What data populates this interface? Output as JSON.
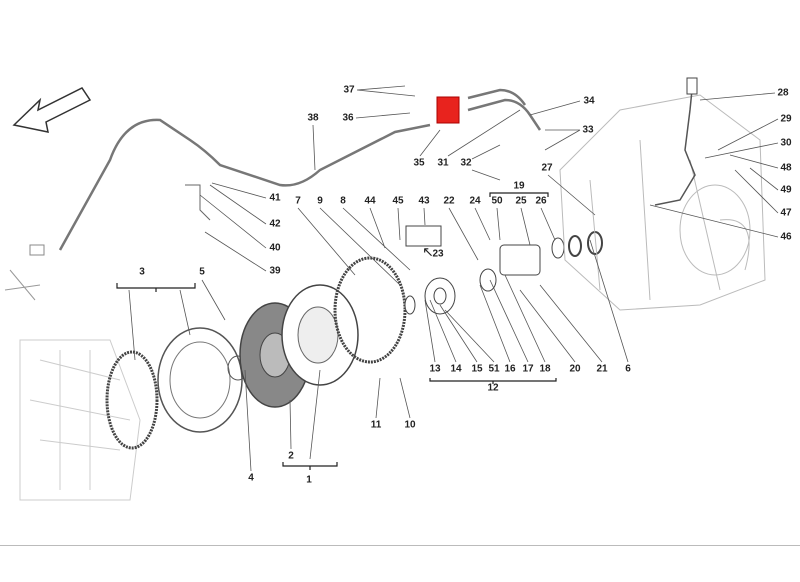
{
  "diagram": {
    "highlight_color": "#e8231e",
    "part_labels": [
      "37",
      "36",
      "38",
      "35",
      "31",
      "32",
      "34",
      "33",
      "28",
      "29",
      "30",
      "48",
      "49",
      "47",
      "46",
      "27",
      "19",
      "7",
      "9",
      "8",
      "44",
      "45",
      "43",
      "22",
      "24",
      "50",
      "25",
      "26",
      "41",
      "42",
      "40",
      "39",
      "3",
      "5",
      "13",
      "14",
      "15",
      "51",
      "16",
      "17",
      "18",
      "20",
      "21",
      "6",
      "12",
      "11",
      "10",
      "2",
      "1",
      "4",
      "23"
    ],
    "icons": [
      "direction-arrow-icon",
      "cursor-pointer-icon"
    ]
  }
}
